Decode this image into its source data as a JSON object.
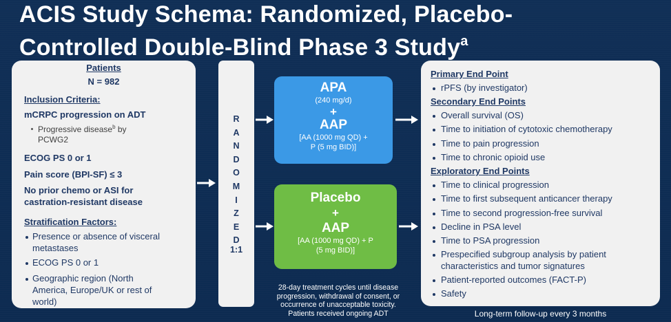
{
  "title": {
    "line1": "ACIS Study Schema: Randomized, Placebo-",
    "line2": "Controlled Double-Blind Phase 3 Study",
    "superscript": "a"
  },
  "patients": {
    "heading": "Patients",
    "n": "N = 982",
    "inclusion_heading": "Inclusion Criteria:",
    "criterion1": "mCRPC progression on ADT",
    "sub_bullet_line1": "Progressive disease",
    "sub_bullet_sup": "b",
    "sub_bullet_line1_end": " by",
    "sub_bullet_line2": "PCWG2",
    "criterion2": "ECOG PS 0 or 1",
    "criterion3": "Pain score (BPI-SF) ≤ 3",
    "criterion4_line1": "No prior chemo or ASI for",
    "criterion4_line2": "castration-resistant disease",
    "stratification_heading": "Stratification Factors:",
    "strat1_line1": "Presence or absence of visceral",
    "strat1_line2": "metastases",
    "strat2": "ECOG PS 0 or 1",
    "strat3_line1": "Geographic region (North",
    "strat3_line2": "America, Europe/UK or rest of",
    "strat3_line3": "world)"
  },
  "randomized": {
    "letters": [
      "R",
      "A",
      "N",
      "D",
      "O",
      "M",
      "I",
      "Z",
      "E",
      "D"
    ],
    "ratio": "1:1"
  },
  "arm_apa": {
    "name": "APA",
    "dose": "(240 mg/d)",
    "plus": "+",
    "combo": "AAP",
    "detail_line1": "[AA (1000 mg QD) +",
    "detail_line2": "P (5 mg BID)]",
    "color": "#3b99e6"
  },
  "arm_placebo": {
    "name": "Placebo",
    "plus": "+",
    "combo": "AAP",
    "detail_line1": "[AA (1000 mg QD) + P",
    "detail_line2": "(5 mg BID)]",
    "color": "#6fbd45"
  },
  "endpoints": {
    "primary_heading": "Primary End Point",
    "primary": [
      "rPFS (by investigator)"
    ],
    "secondary_heading": "Secondary End Points",
    "secondary": [
      "Overall survival (OS)",
      "Time to initiation of cytotoxic chemotherapy",
      "Time to pain progression",
      "Time to chronic opioid use"
    ],
    "exploratory_heading": "Exploratory End Points",
    "exploratory": [
      "Time to clinical progression",
      "Time to first subsequent anticancer therapy",
      "Time to second progression-free survival",
      "Decline in PSA level",
      "Time to PSA progression",
      "Prespecified subgroup analysis by patient",
      "characteristics and tumor signatures",
      "Patient-reported outcomes (FACT-P)",
      "Safety"
    ]
  },
  "treatment_note": {
    "line1": "28-day treatment cycles until disease",
    "line2": "progression, withdrawal of consent, or",
    "line3": "occurrence of unacceptable toxicity.",
    "line4": "Patients received ongoing ADT"
  },
  "followup": "Long-term follow-up every 3 months"
}
